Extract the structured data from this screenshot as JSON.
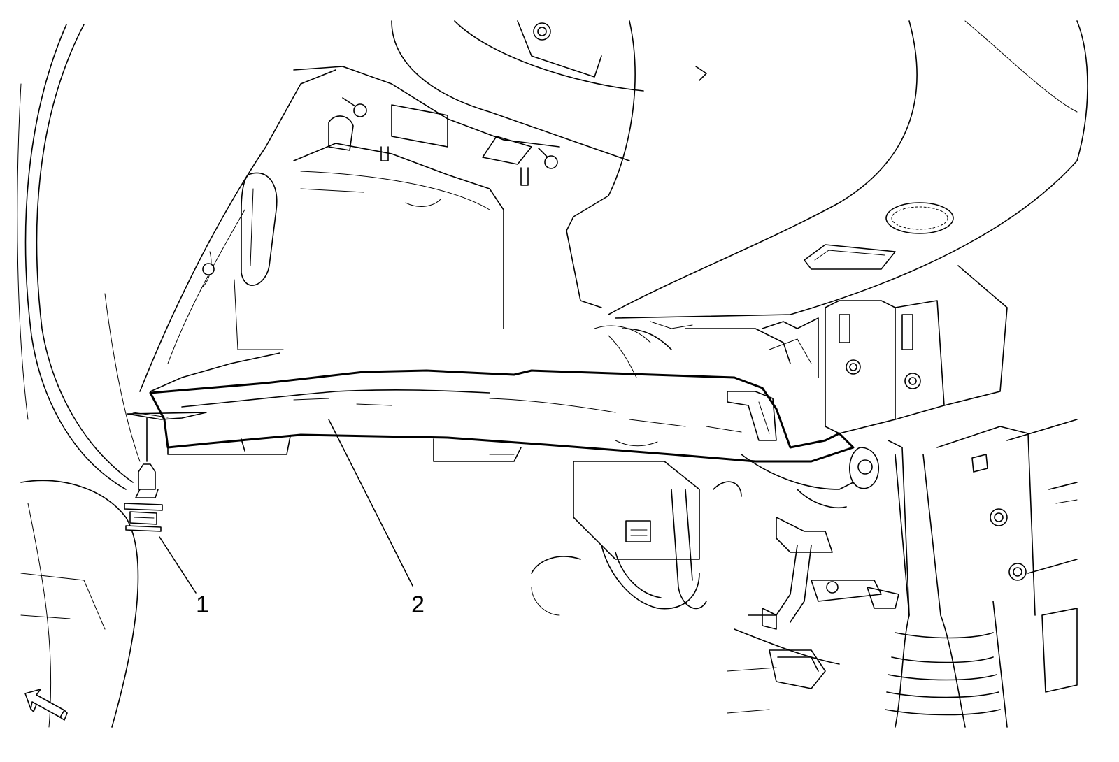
{
  "callouts": [
    {
      "id": "1",
      "label": "1"
    },
    {
      "id": "2",
      "label": "2"
    }
  ],
  "icons": {
    "view_direction": "view-direction-arrow-icon"
  }
}
